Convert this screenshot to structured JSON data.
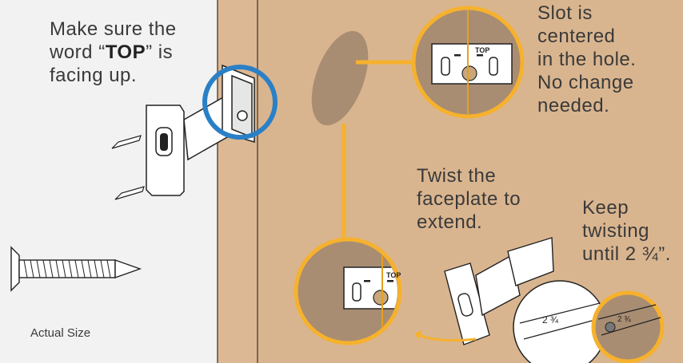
{
  "colors": {
    "wall": "#f2f2f2",
    "door": "#d9b58f",
    "door_edge": "#5a4a3c",
    "hole": "#a98d72",
    "accent_yellow": "#f6b12d",
    "accent_blue": "#2a80c6",
    "line_art": "#222222"
  },
  "icons": [
    "blue-circle-highlight",
    "screw-icon",
    "latch-icon",
    "rotate-arrow-icon"
  ],
  "captions": {
    "top_instruction": {
      "line1": "Make sure the",
      "line2_pre": "word “",
      "line2_word": "TOP",
      "line2_post": "” is",
      "line3": "facing up."
    },
    "slot_centered": [
      "Slot is",
      "centered",
      "in the hole.",
      "No change",
      "needed."
    ],
    "twist": [
      "Twist the",
      "faceplate to",
      "extend."
    ],
    "keep": [
      "Keep",
      "twisting",
      "until 2 ¾”."
    ],
    "actual_size": "Actual Size"
  },
  "plate_text": {
    "top_label": "TOP",
    "measure_label": "2 ¾"
  }
}
